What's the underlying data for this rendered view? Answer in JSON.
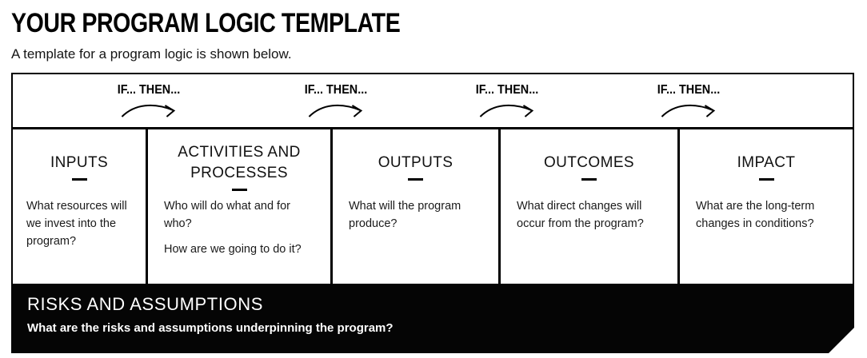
{
  "page": {
    "title": "YOUR PROGRAM LOGIC TEMPLATE",
    "subtitle": "A template for a program logic is shown below."
  },
  "connectors": {
    "label": "IF... THEN...",
    "count": 4,
    "arrow_icon": "curved-right-arrow"
  },
  "columns": [
    {
      "heading": "INPUTS",
      "body": [
        "What resources will we invest into the program?"
      ]
    },
    {
      "heading": "ACTIVITIES AND PROCESSES",
      "body": [
        "Who will do what and for who?",
        "How are we going to do it?"
      ]
    },
    {
      "heading": "OUTPUTS",
      "body": [
        "What will the program produce?"
      ]
    },
    {
      "heading": "OUTCOMES",
      "body": [
        "What direct changes will occur from the program?"
      ]
    },
    {
      "heading": "IMPACT",
      "body": [
        "What are the long-term changes in conditions?"
      ]
    }
  ],
  "risks": {
    "heading": "RISKS AND ASSUMPTIONS",
    "question": "What are the risks and assumptions underpinning the program?"
  },
  "colors": {
    "ink": "#000000",
    "paper": "#ffffff",
    "risks_bar_background": "#050505",
    "risks_bar_text": "#ffffff"
  }
}
